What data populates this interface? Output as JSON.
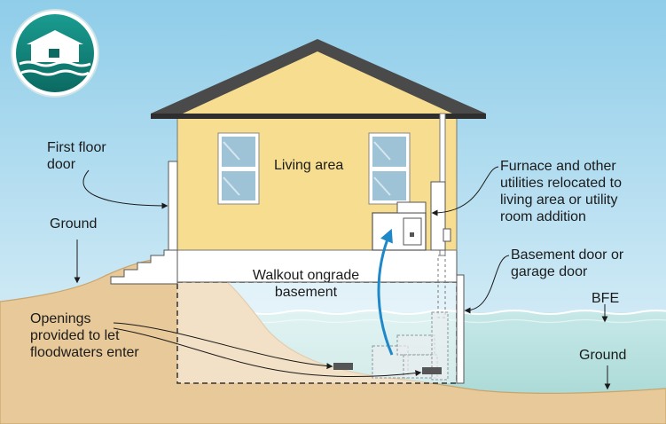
{
  "labels": {
    "first_floor_door": "First floor\ndoor",
    "ground_left": "Ground",
    "living_area": "Living area",
    "furnace": "Furnace and other\nutilities relocated to\nliving area or utility\nroom addition",
    "basement_door": "Basement door or\ngarage door",
    "walkout": "Walkout ongrade\nbasement",
    "bfe": "BFE",
    "openings": "Openings\nprovided to let\nfloodwaters enter",
    "ground_right": "Ground"
  },
  "icon": {
    "name": "flooded-house-icon"
  },
  "colors": {
    "sky_top": "#8fcde9",
    "sky_bottom": "#dff1f9",
    "water": "#a9d8d4",
    "ground": "#e8c999",
    "house_wall": "#f6dd8f",
    "roof": "#4a4a4a",
    "basement_wall": "#ffffff",
    "arrow_blue": "#1e88c9",
    "badge": "#0d7d74"
  }
}
